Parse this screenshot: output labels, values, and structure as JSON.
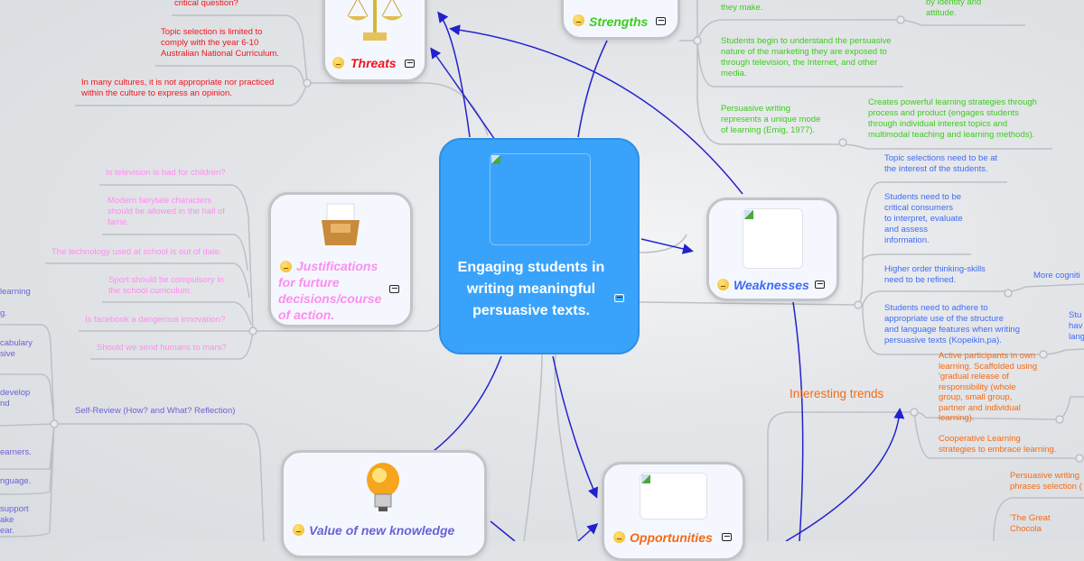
{
  "central": {
    "title": "Engaging students in writing meaningful persuasive texts."
  },
  "nodes": {
    "threats": {
      "label": "Threats",
      "color": "#f0141e",
      "emoji": "slightly-smiling-face",
      "image": "scales-of-justice"
    },
    "strengths": {
      "label": "Strengths",
      "color": "#3ccc1e"
    },
    "justifications": {
      "label": "Justifications for furture decisions/course of action.",
      "color": "#ff8cf0",
      "image": "inbox-tray"
    },
    "weaknesses": {
      "label": "Weaknesses",
      "color": "#3f6bf5"
    },
    "value": {
      "label": "Value of new knowledge",
      "color": "#6a62d4",
      "image": "light-bulb"
    },
    "opportunities": {
      "label": "Opportunities",
      "color": "#f46a14"
    }
  },
  "threats_items": [
    "critical question?",
    "Topic selection is limited to\ncomply with the year 6-10\nAustralian National Curriculum.",
    "In many cultures, it is not appropriate nor practiced\nwithin the culture to express an opinion."
  ],
  "justification_items": [
    "Is television is bad for children?",
    "Modern fairytale characters\nshould be allowed in the hall of\nfame.",
    "The technology used at school is out of date.",
    "Sport should be compulsory in\nthe school curriculum.",
    "Is facebook a dangerous innovation?",
    "Should we send humans to mars?"
  ],
  "strength_items": [
    "they make.",
    "by identity and\nattitude.",
    "Students begin to understand the persuasive\nnature of the marketing they are exposed to\nthrough television, the Internet, and other\nmedia.",
    "Persuasive writing\nrepresents a unique mode\nof learning (Emig, 1977).",
    "Creates powerful learning strategies through\nprocess and product (engages students\nthrough individual interest topics and\nmultimodal teaching and learning methods)."
  ],
  "weakness_items": [
    "Topic selections need to be at\nthe interest of the students.",
    "Students need to be\ncritical consumers\nto interpret, evaluate\nand assess\ninformation.",
    "Higher order thinking-skills\nneed to be refined.",
    "Students need to adhere to\nappropriate use of the structure\nand language features when writing\npersuasive texts (Kopeikin,pa).",
    "More cogniti",
    "Stu\nhav\nlang"
  ],
  "opportunity_items": {
    "trends_label": "Interesting trends",
    "items": [
      "Active participants in own\nlearning. Scaffolded using\n'gradual release of\nresponsibility (whole\ngroup, small group,\npartner and individual\nlearning).",
      "Cooperative Learning\nstrategies to embrace learning.",
      "Persuasive writing \nphrases selection (",
      "'The Great Chocola"
    ]
  },
  "value_items": {
    "self_review": "Self-Review (How? and What? Reflection)",
    "items": [
      "learning",
      "g.",
      "cabulary\nsive",
      "develop\nnd",
      "earners.",
      "nguage.",
      "support\nake\near."
    ]
  }
}
